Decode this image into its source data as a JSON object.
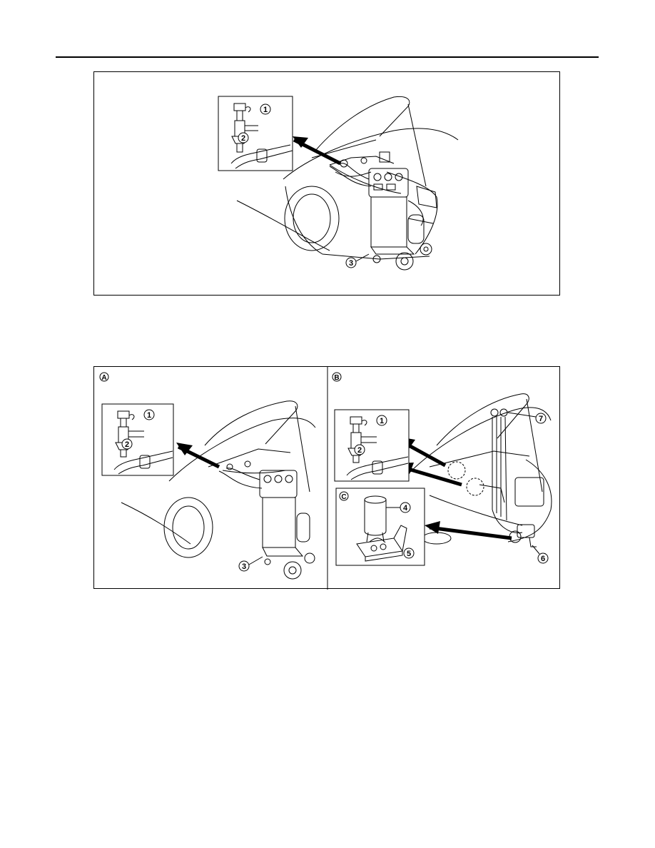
{
  "page": {
    "background": "#ffffff",
    "line_color": "#000000"
  },
  "figure1": {
    "callouts": [
      "1",
      "2",
      "3"
    ]
  },
  "figure2": {
    "panels": [
      {
        "letter": "A",
        "callouts": [
          "1",
          "2",
          "3"
        ]
      },
      {
        "letter": "B",
        "callouts": [
          "1",
          "2",
          "6",
          "7"
        ]
      },
      {
        "letter": "C",
        "callouts": [
          "4",
          "5"
        ]
      }
    ]
  }
}
